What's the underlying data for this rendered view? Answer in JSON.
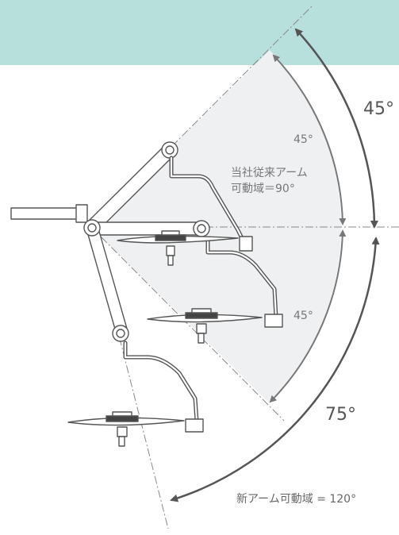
{
  "diagram": {
    "colors": {
      "header_band": "#b7dfdb",
      "old_range_fill": "#eef0f2",
      "arm_stroke": "#555555",
      "new_range_arrow": "#555555",
      "old_range_arrow": "#777777",
      "centerline": "#888888"
    },
    "labels": {
      "new_upper_angle": "45°",
      "new_lower_angle": "75°",
      "old_upper_angle": "45°",
      "old_lower_angle": "45°",
      "old_range_title": "当社従来アーム",
      "old_range_value": "可動域＝90°",
      "new_range_caption": "新アーム可動域 = 120°"
    },
    "icons": [
      "surgical-light-arm-icon",
      "surgical-light-head-icon",
      "double-headed-arc-arrow-icon"
    ]
  }
}
